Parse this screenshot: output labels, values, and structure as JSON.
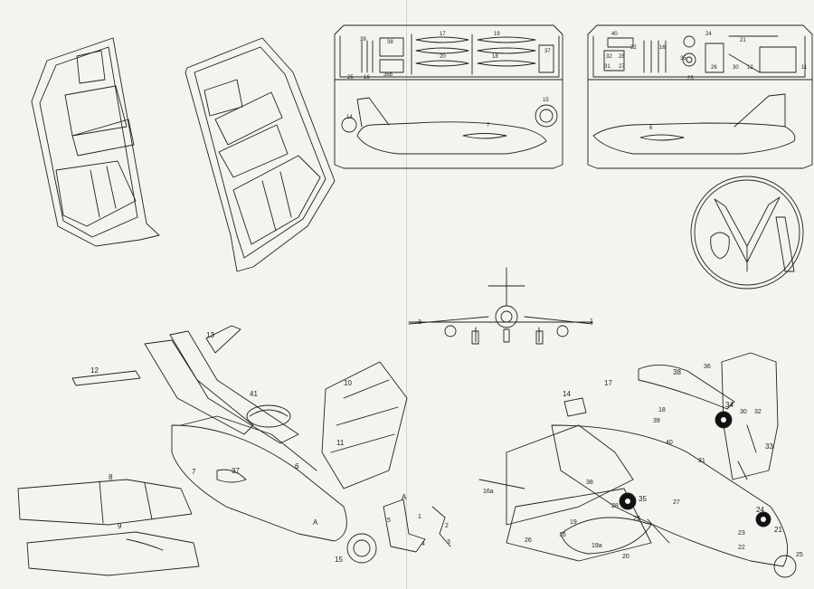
{
  "document": {
    "type": "model kit assembly instruction sheet",
    "colors": {
      "paper": "#f4f3ef",
      "ink": "#222222",
      "tire": "#111111"
    }
  },
  "sprue_left_labels": [
    "39",
    "38",
    "36b",
    "17",
    "20",
    "19",
    "18",
    "37",
    "25",
    "16",
    "14",
    "15",
    "7"
  ],
  "sprue_right_labels": [
    "40",
    "24",
    "21",
    "16",
    "35",
    "31",
    "32",
    "27",
    "28",
    "22",
    "26",
    "30",
    "12",
    "11",
    "23",
    "6"
  ],
  "front_view_labels": [
    "3",
    "1"
  ],
  "left_assembly_labels": [
    "13",
    "12",
    "41",
    "10",
    "11",
    "6",
    "7",
    "8",
    "9",
    "37",
    "A",
    "A",
    "2",
    "3",
    "4",
    "5",
    "15",
    "1"
  ],
  "right_assembly_labels": [
    "14",
    "17",
    "38",
    "36",
    "34",
    "30",
    "33",
    "32",
    "31",
    "18",
    "39",
    "40",
    "38",
    "35",
    "27",
    "28",
    "29",
    "16",
    "16a",
    "19",
    "19a",
    "20",
    "26",
    "24",
    "21",
    "23",
    "25",
    "22"
  ]
}
